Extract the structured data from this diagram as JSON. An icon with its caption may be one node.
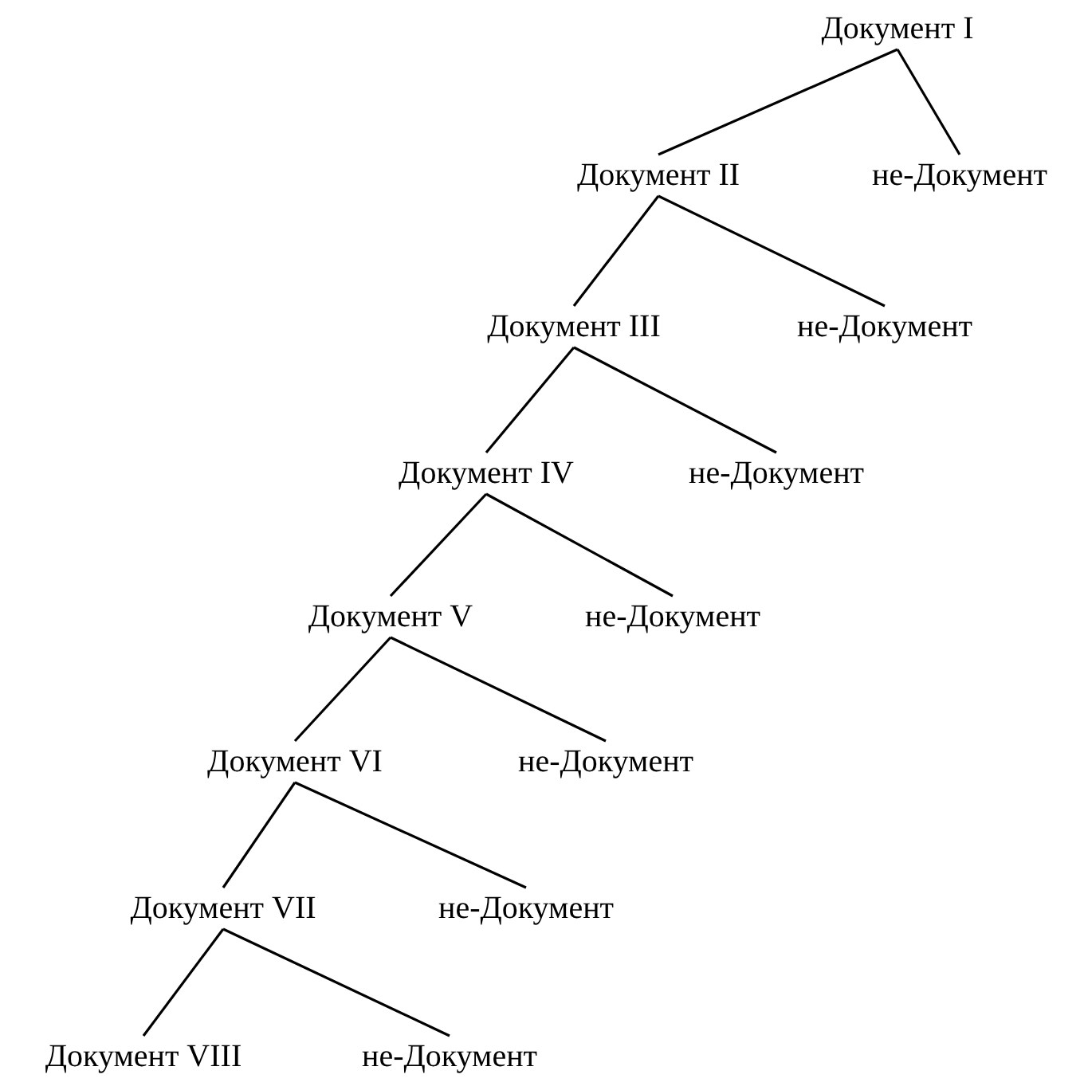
{
  "diagram": {
    "nodes": [
      {
        "text": [
          "Документ I"
        ]
      },
      {
        "text": [
          "Документ II"
        ]
      },
      {
        "text": [
          "не-Документ"
        ]
      },
      {
        "text": [
          "Документ III"
        ]
      },
      {
        "text": [
          "не-Документ"
        ]
      },
      {
        "text": [
          "Документ IV"
        ]
      },
      {
        "text": [
          "не-Документ"
        ]
      },
      {
        "text": [
          "Документ V"
        ]
      },
      {
        "text": [
          "не-Документ"
        ]
      },
      {
        "text": [
          "Документ VI"
        ]
      },
      {
        "text": [
          "не-Документ"
        ]
      },
      {
        "text": [
          "Документ VII"
        ]
      },
      {
        "text": [
          "не-Документ"
        ]
      },
      {
        "text": [
          "Документ VIII"
        ]
      },
      {
        "text": [
          "не-Документ"
        ]
      }
    ],
    "edges": [
      {
        "from": 0,
        "to": 1,
        "arrow": "none"
      },
      {
        "from": 0,
        "to": 2,
        "arrow": "none"
      },
      {
        "from": 1,
        "to": 3,
        "arrow": "none"
      },
      {
        "from": 1,
        "to": 4,
        "arrow": "none"
      },
      {
        "from": 3,
        "to": 5,
        "arrow": "none"
      },
      {
        "from": 3,
        "to": 6,
        "arrow": "none"
      },
      {
        "from": 5,
        "to": 7,
        "arrow": "none"
      },
      {
        "from": 5,
        "to": 8,
        "arrow": "none"
      },
      {
        "from": 7,
        "to": 9,
        "arrow": "none"
      },
      {
        "from": 7,
        "to": 10,
        "arrow": "none"
      },
      {
        "from": 9,
        "to": 11,
        "arrow": "none"
      },
      {
        "from": 9,
        "to": 12,
        "arrow": "none"
      },
      {
        "from": 11,
        "to": 13,
        "arrow": "none"
      },
      {
        "from": 11,
        "to": 14,
        "arrow": "none"
      }
    ]
  }
}
